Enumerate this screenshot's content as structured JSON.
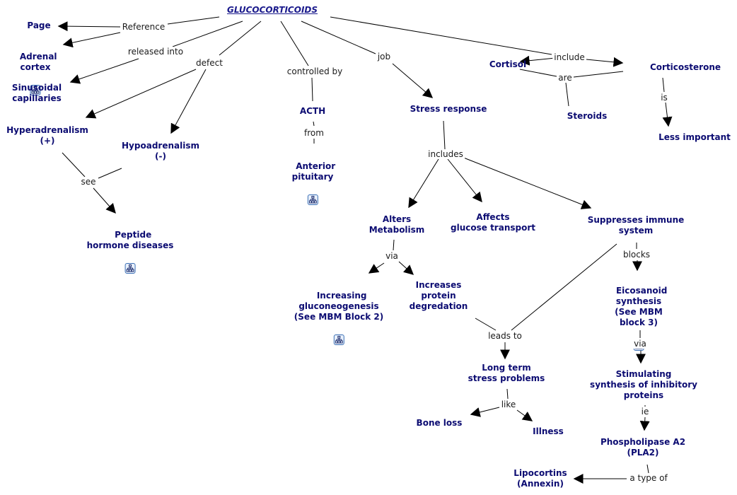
{
  "colors": {
    "concept": "#0c0c72",
    "link_text": "#1a1a1a",
    "edge": "#000000",
    "icon_border": "#3b6fb5"
  },
  "concepts": {
    "glucocorticoids": {
      "label": "GLUCOCORTICOIDS",
      "has_resource": false
    },
    "page": {
      "label": "Page",
      "has_resource": false
    },
    "adrenal_cortex": {
      "label": "Adrenal\ncortex",
      "has_resource": true
    },
    "sinusoidal": {
      "label": "Sinusoidal\ncapillaries",
      "has_resource": false
    },
    "hyperadrenalism": {
      "label": "Hyperadrenalism\n(+)",
      "has_resource": false
    },
    "hypoadrenalism": {
      "label": "Hypoadrenalism\n(-)",
      "has_resource": false
    },
    "peptide": {
      "label": "Peptide\nhormone diseases",
      "has_resource": true
    },
    "acth": {
      "label": "ACTH",
      "has_resource": false
    },
    "anterior_pituitary": {
      "label": "Anterior\npituitary",
      "has_resource": true
    },
    "stress_response": {
      "label": "Stress response",
      "has_resource": false
    },
    "cortisol": {
      "label": "Cortisol",
      "has_resource": false
    },
    "corticosterone": {
      "label": "Corticosterone",
      "has_resource": false
    },
    "steroids": {
      "label": "Steroids",
      "has_resource": false
    },
    "less_important": {
      "label": "Less important",
      "has_resource": false
    },
    "alters_metabolism": {
      "label": "Alters\nMetabolism",
      "has_resource": false
    },
    "affects_glucose": {
      "label": "Affects\nglucose transport",
      "has_resource": false
    },
    "suppresses_immune": {
      "label": "Suppresses immune\nsystem",
      "has_resource": false
    },
    "gluconeogenesis": {
      "label": "Increasing\ngluconeogenesis\n(See MBM Block 2)",
      "has_resource": true
    },
    "protein_degradation": {
      "label": "Increases\nprotein\ndegredation",
      "has_resource": false
    },
    "eicosanoid": {
      "label": "Eicosanoid\nsynthesis\n(See MBM\nblock 3)",
      "has_resource": true
    },
    "long_term": {
      "label": "Long term\nstress problems",
      "has_resource": false
    },
    "stimulating": {
      "label": "Stimulating\nsynthesis of inhibitory\nproteins",
      "has_resource": false
    },
    "bone_loss": {
      "label": "Bone loss",
      "has_resource": false
    },
    "illness": {
      "label": "Illness",
      "has_resource": false
    },
    "pla2": {
      "label": "Phospholipase A2\n(PLA2)",
      "has_resource": false
    },
    "lipocortins": {
      "label": "Lipocortins\n(Annexin)",
      "has_resource": false
    }
  },
  "links": {
    "reference": "Reference",
    "released_into": "released into",
    "defect": "defect",
    "controlled_by": "controlled by",
    "from": "from",
    "job": "job",
    "include": "include",
    "are": "are",
    "is": "is",
    "see": "see",
    "includes": "includes",
    "via1": "via",
    "blocks": "blocks",
    "leads_to": "leads to",
    "via2": "via",
    "like": "like",
    "ie": "ie",
    "a_type_of": "a type of"
  }
}
